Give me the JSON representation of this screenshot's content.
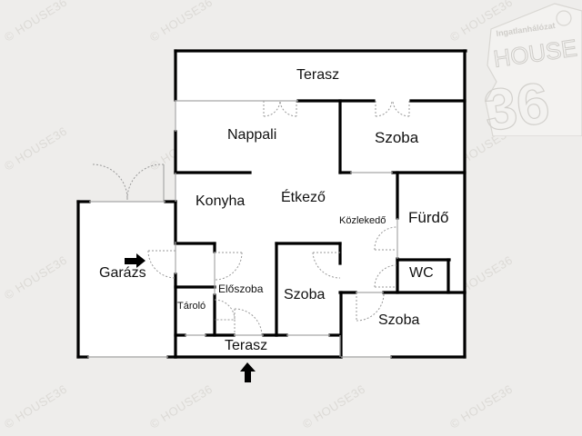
{
  "floorplan": {
    "watermark": "© HOUSE36",
    "logo": {
      "top_text": "Ingatlanhálózat",
      "brand": "HOUSE",
      "number": "36"
    },
    "rooms": [
      {
        "id": "terasz-top",
        "label": "Terasz"
      },
      {
        "id": "nappali",
        "label": "Nappali"
      },
      {
        "id": "szoba-ne",
        "label": "Szoba"
      },
      {
        "id": "konyha",
        "label": "Konyha"
      },
      {
        "id": "etkezo",
        "label": "Étkező"
      },
      {
        "id": "kozlekedo",
        "label": "Közlekedő"
      },
      {
        "id": "furdo",
        "label": "Fürdő"
      },
      {
        "id": "garazs",
        "label": "Garázs"
      },
      {
        "id": "eloszoba",
        "label": "Előszoba"
      },
      {
        "id": "tarolo",
        "label": "Tároló"
      },
      {
        "id": "szoba-center",
        "label": "Szoba"
      },
      {
        "id": "wc",
        "label": "WC"
      },
      {
        "id": "szoba-se",
        "label": "Szoba"
      },
      {
        "id": "terasz-bottom",
        "label": "Terasz"
      }
    ],
    "entrances": [
      {
        "id": "garage-entry-arrow",
        "direction": "right"
      },
      {
        "id": "main-entry-arrow",
        "direction": "up"
      }
    ],
    "colors": {
      "background": "#eeedeb",
      "room_fill": "#ffffff",
      "wall": "#000000",
      "door": "#9a9a9a",
      "watermark": "#dcdad6"
    }
  }
}
